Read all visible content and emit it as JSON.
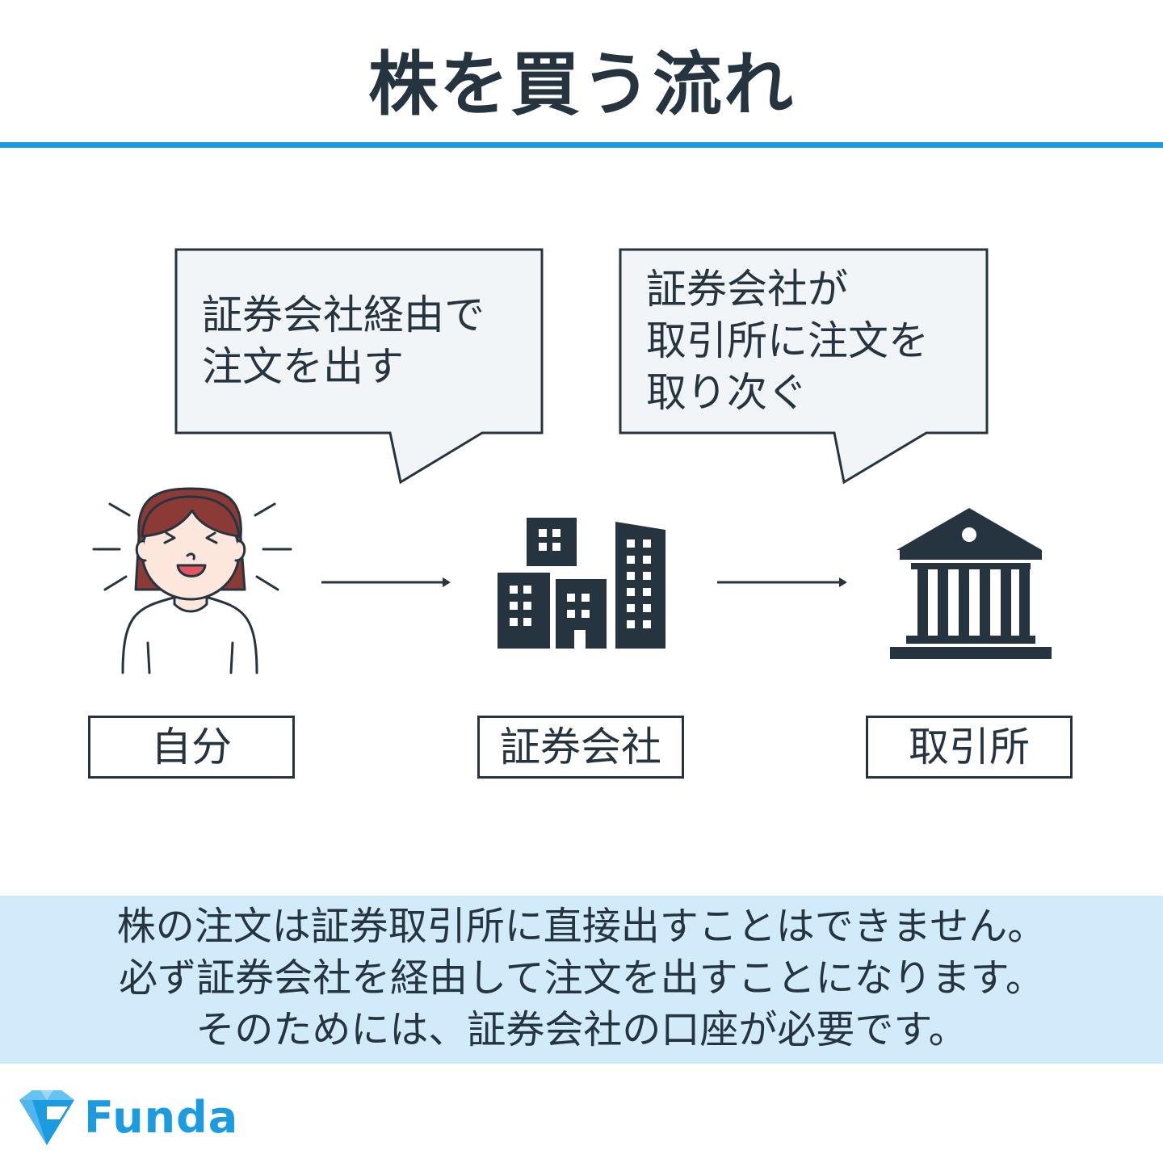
{
  "title": "株を買う流れ",
  "bubbles": [
    {
      "lines": [
        "証券会社経由で",
        "注文を出す"
      ]
    },
    {
      "lines": [
        "証券会社が",
        "取引所に注文を",
        "取り次ぐ"
      ]
    }
  ],
  "nodes": [
    {
      "label": "自分",
      "icon": "smiling-woman-icon"
    },
    {
      "label": "証券会社",
      "icon": "office-buildings-icon"
    },
    {
      "label": "取引所",
      "icon": "exchange-building-icon"
    }
  ],
  "summary": {
    "lines": [
      "株の注文は証券取引所に直接出すことはできません。",
      "必ず証券会社を経由して注文を出すことになります。",
      "そのためには、証券会社の口座が必要です。"
    ]
  },
  "logo": {
    "text": "Funda",
    "icon": "funda-gem-icon"
  },
  "colors": {
    "text": "#263440",
    "accent": "#1c9be0",
    "summary_bg": "#d2ebfa",
    "bubble_bg": "#f2f5f8",
    "hair": "#8c3a36",
    "skin": "#fde6dc"
  }
}
